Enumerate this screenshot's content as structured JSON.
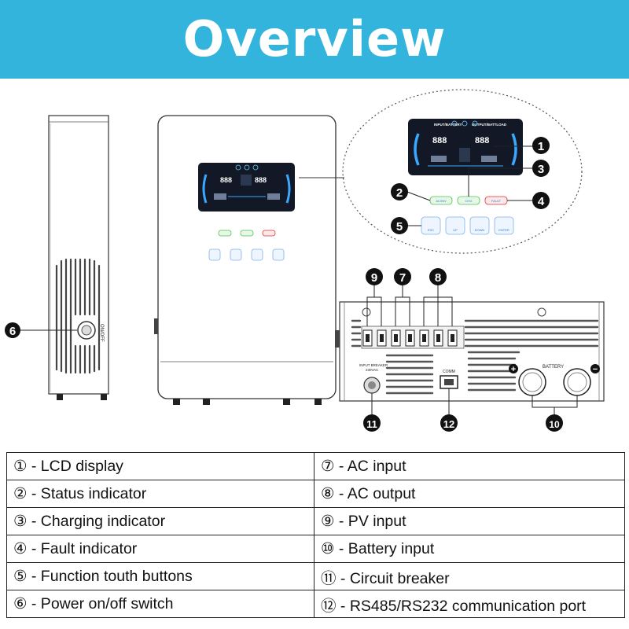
{
  "banner": {
    "title": "Overview",
    "background": "#33b4dd"
  },
  "lcd": {
    "left_heading": "INPUT/BATTERY",
    "right_heading": "OUTPUT/BATTLOAD",
    "left_readout": "888",
    "right_readout": "888"
  },
  "indicators": {
    "status": "AC/INV",
    "charging": "CHG",
    "fault": "FAULT"
  },
  "buttons": [
    "ESC",
    "UP",
    "DOWN",
    "ENTER"
  ],
  "side_label": "ON/OFF",
  "ports": {
    "comm": "COMM",
    "battery": "BATTERY",
    "breaker_line1": "INPUT BREAKER",
    "breaker_line2": "230VAC",
    "plus": "+",
    "minus": "−"
  },
  "markers": {
    "m1": "1",
    "m2": "2",
    "m3": "3",
    "m4": "4",
    "m5": "5",
    "m6": "6",
    "m7": "7",
    "m8": "8",
    "m9": "9",
    "m10": "10",
    "m11": "11",
    "m12": "12"
  },
  "legend": [
    [
      "① - LCD display",
      "⑦ - AC input"
    ],
    [
      "② - Status indicator",
      "⑧ - AC output"
    ],
    [
      "③ - Charging indicator",
      "⑨ - PV input"
    ],
    [
      "④ - Fault indicator",
      "⑩ - Battery input"
    ],
    [
      "⑤ - Function touth buttons",
      "⑪ - Circuit breaker"
    ],
    [
      "⑥ - Power on/off switch",
      "⑫ - RS485/RS232 communication port"
    ]
  ],
  "colors": {
    "marker": "#111111",
    "lcd": "#121826",
    "lcd_accent": "#3aa8ff",
    "indicator_green": "#4cc24c",
    "indicator_red": "#e03030"
  }
}
